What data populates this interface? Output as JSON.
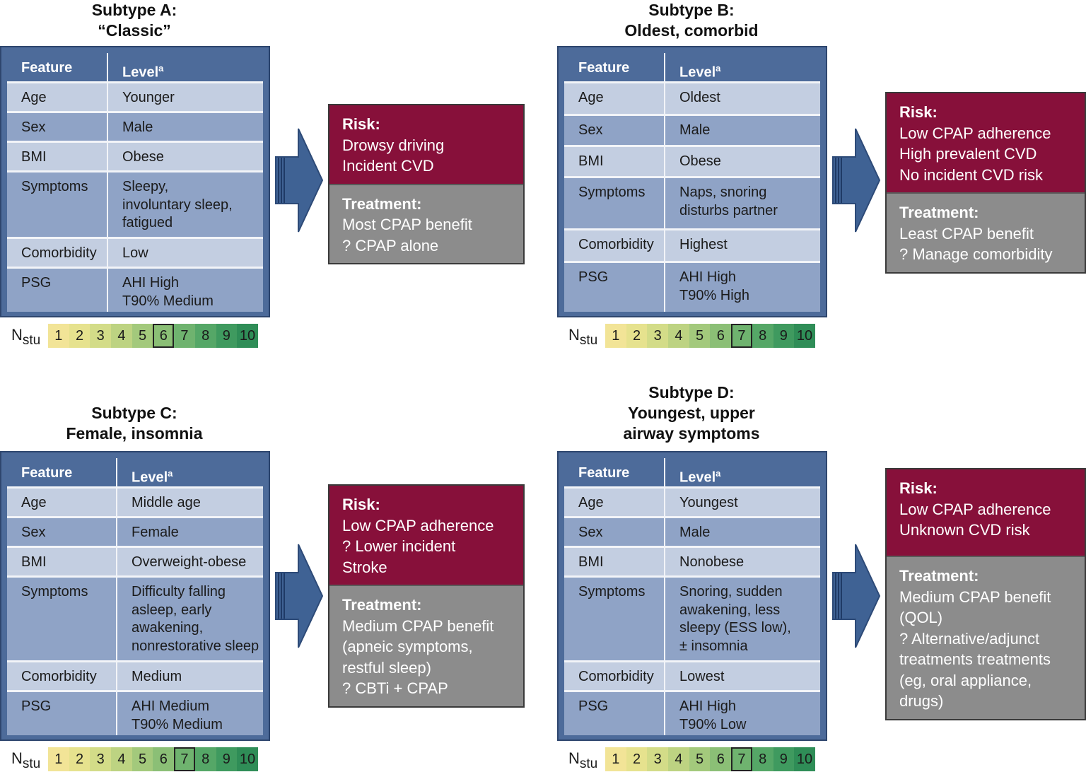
{
  "header_feature": "Feature",
  "header_level": "Level",
  "header_level_sup": "a",
  "nstu_label": "N",
  "nstu_sub": "stu",
  "scale": [
    "1",
    "2",
    "3",
    "4",
    "5",
    "6",
    "7",
    "8",
    "9",
    "10"
  ],
  "colors": {
    "table_header": "#4d6b9a",
    "row_light": "#c3cee1",
    "row_dark": "#8fa3c6",
    "risk": "#87103a",
    "treatment": "#8c8c8c",
    "arrow": "#3f6294",
    "scale": [
      "#f2e497",
      "#e6e28e",
      "#d3dc88",
      "#bdd382",
      "#a3c97c",
      "#8bbf76",
      "#6fb36f",
      "#55a767",
      "#3f9a5f",
      "#2f8d57"
    ]
  },
  "subtypes": [
    {
      "title": [
        "Subtype A:",
        "“Classic”"
      ],
      "rows": [
        {
          "feature": "Age",
          "level": [
            "Younger"
          ]
        },
        {
          "feature": "Sex",
          "level": [
            "Male"
          ]
        },
        {
          "feature": "BMI",
          "level": [
            "Obese"
          ]
        },
        {
          "feature": "Symptoms",
          "level": [
            "Sleepy,",
            "involuntary sleep,",
            "fatigued"
          ]
        },
        {
          "feature": "Comorbidity",
          "level": [
            "Low"
          ]
        },
        {
          "feature": "PSG",
          "level": [
            "AHI High",
            "T90% Medium"
          ]
        }
      ],
      "nstu_selected": 6,
      "risk_heading": "Risk:",
      "risk": [
        "Drowsy driving",
        "Incident CVD"
      ],
      "treatment_heading": "Treatment:",
      "treatment": [
        "Most CPAP benefit",
        "? CPAP alone"
      ]
    },
    {
      "title": [
        "Subtype B:",
        "Oldest, comorbid"
      ],
      "rows": [
        {
          "feature": "Age",
          "level": [
            "Oldest"
          ]
        },
        {
          "feature": "Sex",
          "level": [
            "Male"
          ]
        },
        {
          "feature": "BMI",
          "level": [
            "Obese"
          ]
        },
        {
          "feature": "Symptoms",
          "level": [
            "Naps, snoring",
            "disturbs partner"
          ]
        },
        {
          "feature": "Comorbidity",
          "level": [
            "Highest"
          ]
        },
        {
          "feature": "PSG",
          "level": [
            "AHI High",
            "T90% High"
          ]
        }
      ],
      "nstu_selected": 7,
      "risk_heading": "Risk:",
      "risk": [
        "Low CPAP adherence",
        "High prevalent CVD",
        "No incident CVD risk"
      ],
      "treatment_heading": "Treatment:",
      "treatment": [
        "Least CPAP benefit",
        "? Manage comorbidity"
      ]
    },
    {
      "title": [
        "Subtype C:",
        "Female, insomnia"
      ],
      "rows": [
        {
          "feature": "Age",
          "level": [
            "Middle age"
          ]
        },
        {
          "feature": "Sex",
          "level": [
            "Female"
          ]
        },
        {
          "feature": "BMI",
          "level": [
            "Overweight-obese"
          ]
        },
        {
          "feature": "Symptoms",
          "level": [
            "Difficulty falling",
            "asleep, early",
            "awakening,",
            "nonrestorative sleep"
          ]
        },
        {
          "feature": "Comorbidity",
          "level": [
            "Medium"
          ]
        },
        {
          "feature": "PSG",
          "level": [
            "AHI Medium",
            "T90% Medium"
          ]
        }
      ],
      "nstu_selected": 7,
      "risk_heading": "Risk:",
      "risk": [
        "Low CPAP adherence",
        "? Lower incident",
        "Stroke"
      ],
      "treatment_heading": "Treatment:",
      "treatment": [
        "Medium CPAP benefit",
        "(apneic symptoms,",
        "restful sleep)",
        "? CBTi + CPAP"
      ]
    },
    {
      "title": [
        "Subtype D:",
        "Youngest, upper",
        "airway symptoms"
      ],
      "rows": [
        {
          "feature": "Age",
          "level": [
            "Youngest"
          ]
        },
        {
          "feature": "Sex",
          "level": [
            "Male"
          ]
        },
        {
          "feature": "BMI",
          "level": [
            "Nonobese"
          ]
        },
        {
          "feature": "Symptoms",
          "level": [
            "Snoring, sudden",
            "awakening, less",
            "sleepy (ESS low),",
            "± insomnia"
          ]
        },
        {
          "feature": "Comorbidity",
          "level": [
            "Lowest"
          ]
        },
        {
          "feature": "PSG",
          "level": [
            "AHI High",
            "T90% Low"
          ]
        }
      ],
      "nstu_selected": 7,
      "risk_heading": "Risk:",
      "risk": [
        "Low CPAP adherence",
        "Unknown CVD risk"
      ],
      "treatment_heading": "Treatment:",
      "treatment": [
        "Medium CPAP benefit",
        "(QOL)",
        "? Alternative/adjunct",
        "treatments treatments",
        "(eg, oral appliance,",
        "drugs)"
      ]
    }
  ]
}
